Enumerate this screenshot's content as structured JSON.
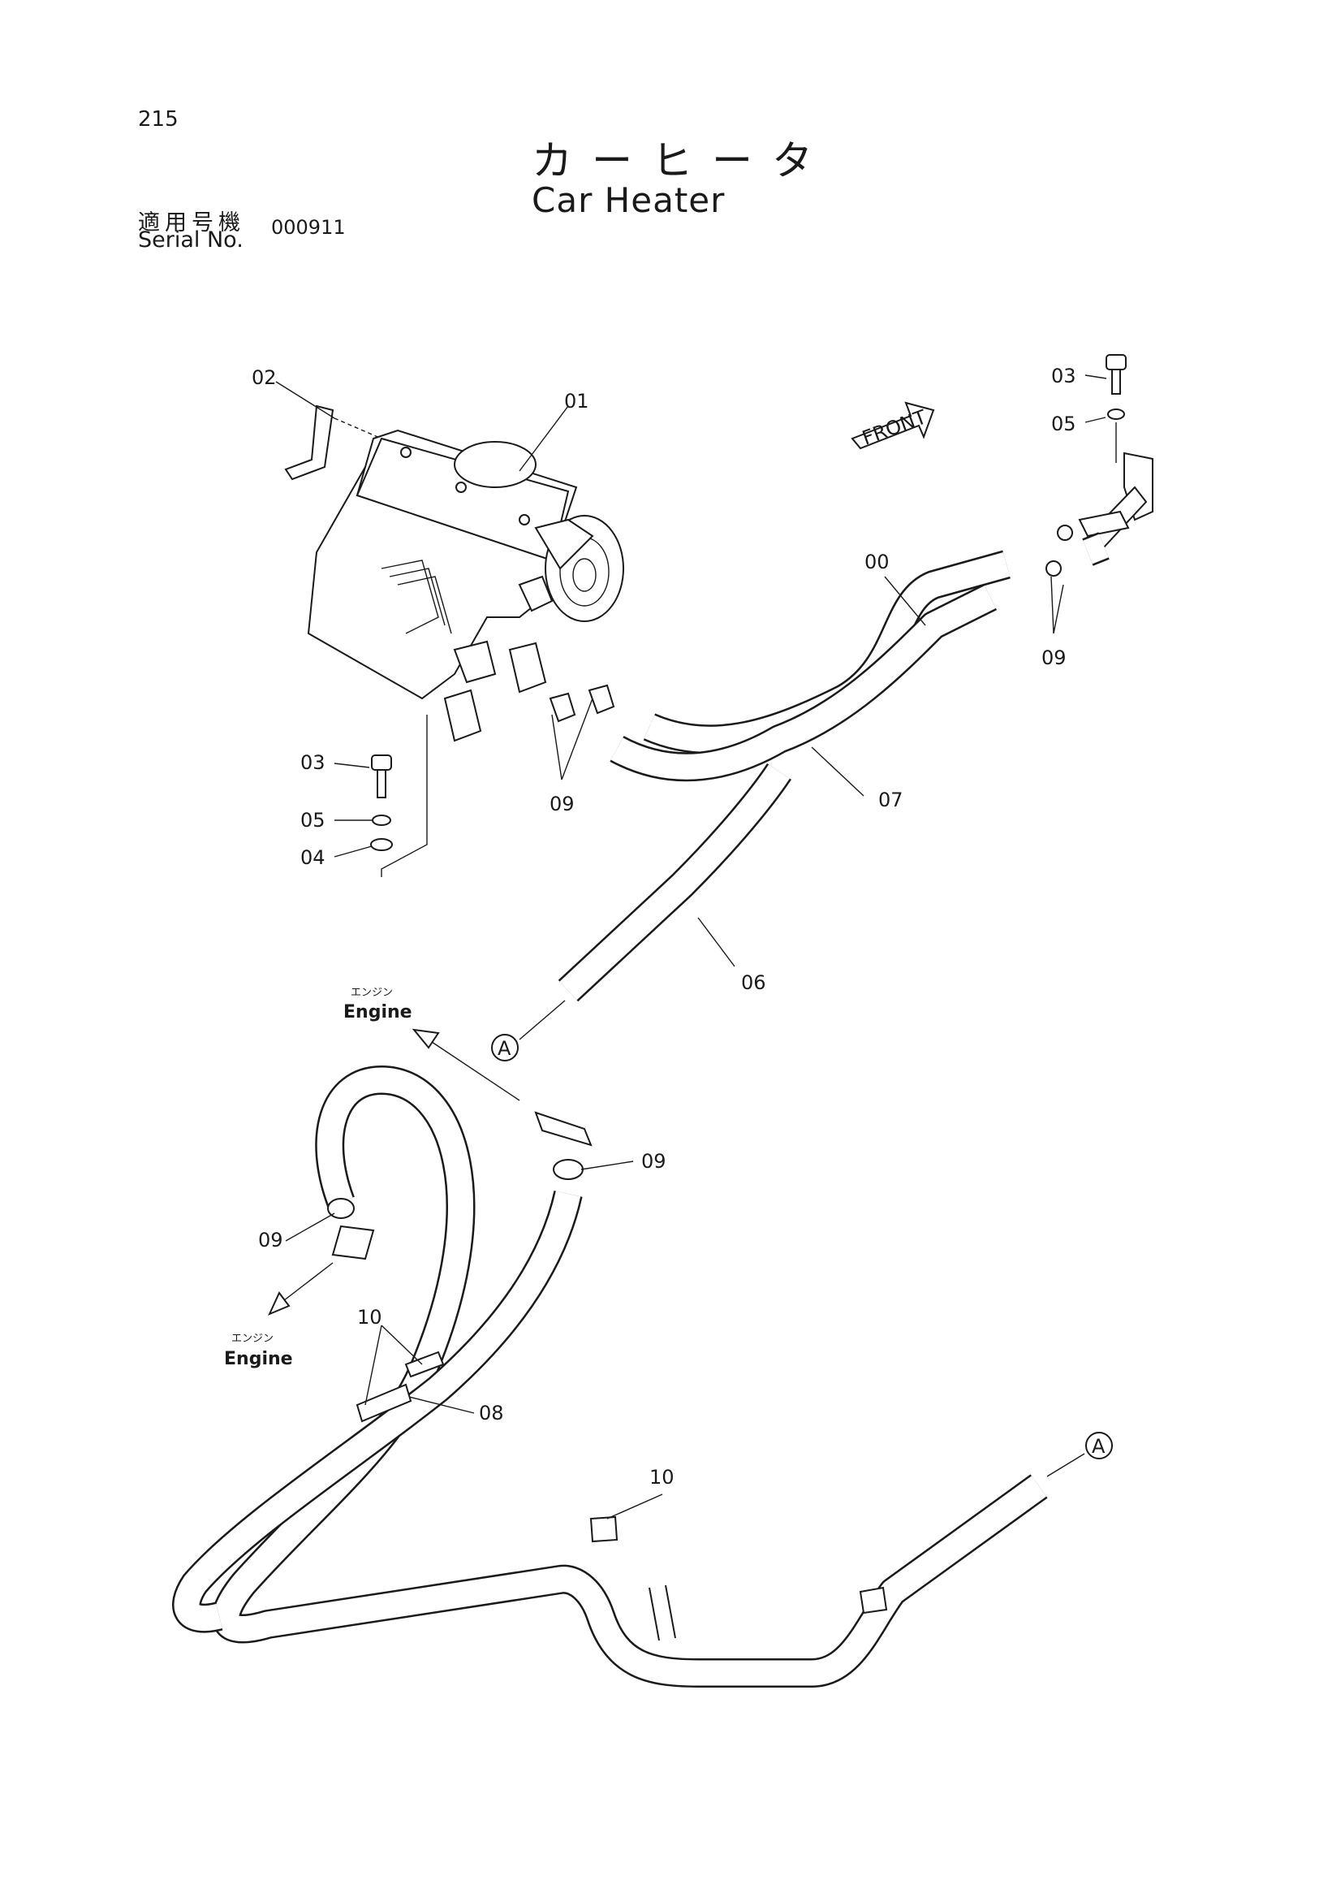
{
  "page": {
    "number": "215"
  },
  "title": {
    "japanese": "カーヒータ",
    "english": "Car Heater"
  },
  "serial": {
    "label_jp": "適用号機",
    "label_en": "Serial No.",
    "value": "000911"
  },
  "direction_label": "FRONT",
  "engine_label": {
    "japanese": "エンジン",
    "english": "Engine"
  },
  "callouts": {
    "p01": "01",
    "p02": "02",
    "p03_right": "03",
    "p05_right": "05",
    "p00": "00",
    "p09_right": "09",
    "p03_left": "03",
    "p05_left": "05",
    "p04_left": "04",
    "p09_mid": "09",
    "p07": "07",
    "p06": "06",
    "ref_a_top": "A",
    "p09_lower_right": "09",
    "p09_lower_left": "09",
    "p10_left": "10",
    "p08": "08",
    "p10_mid": "10",
    "ref_a_bottom": "A"
  }
}
